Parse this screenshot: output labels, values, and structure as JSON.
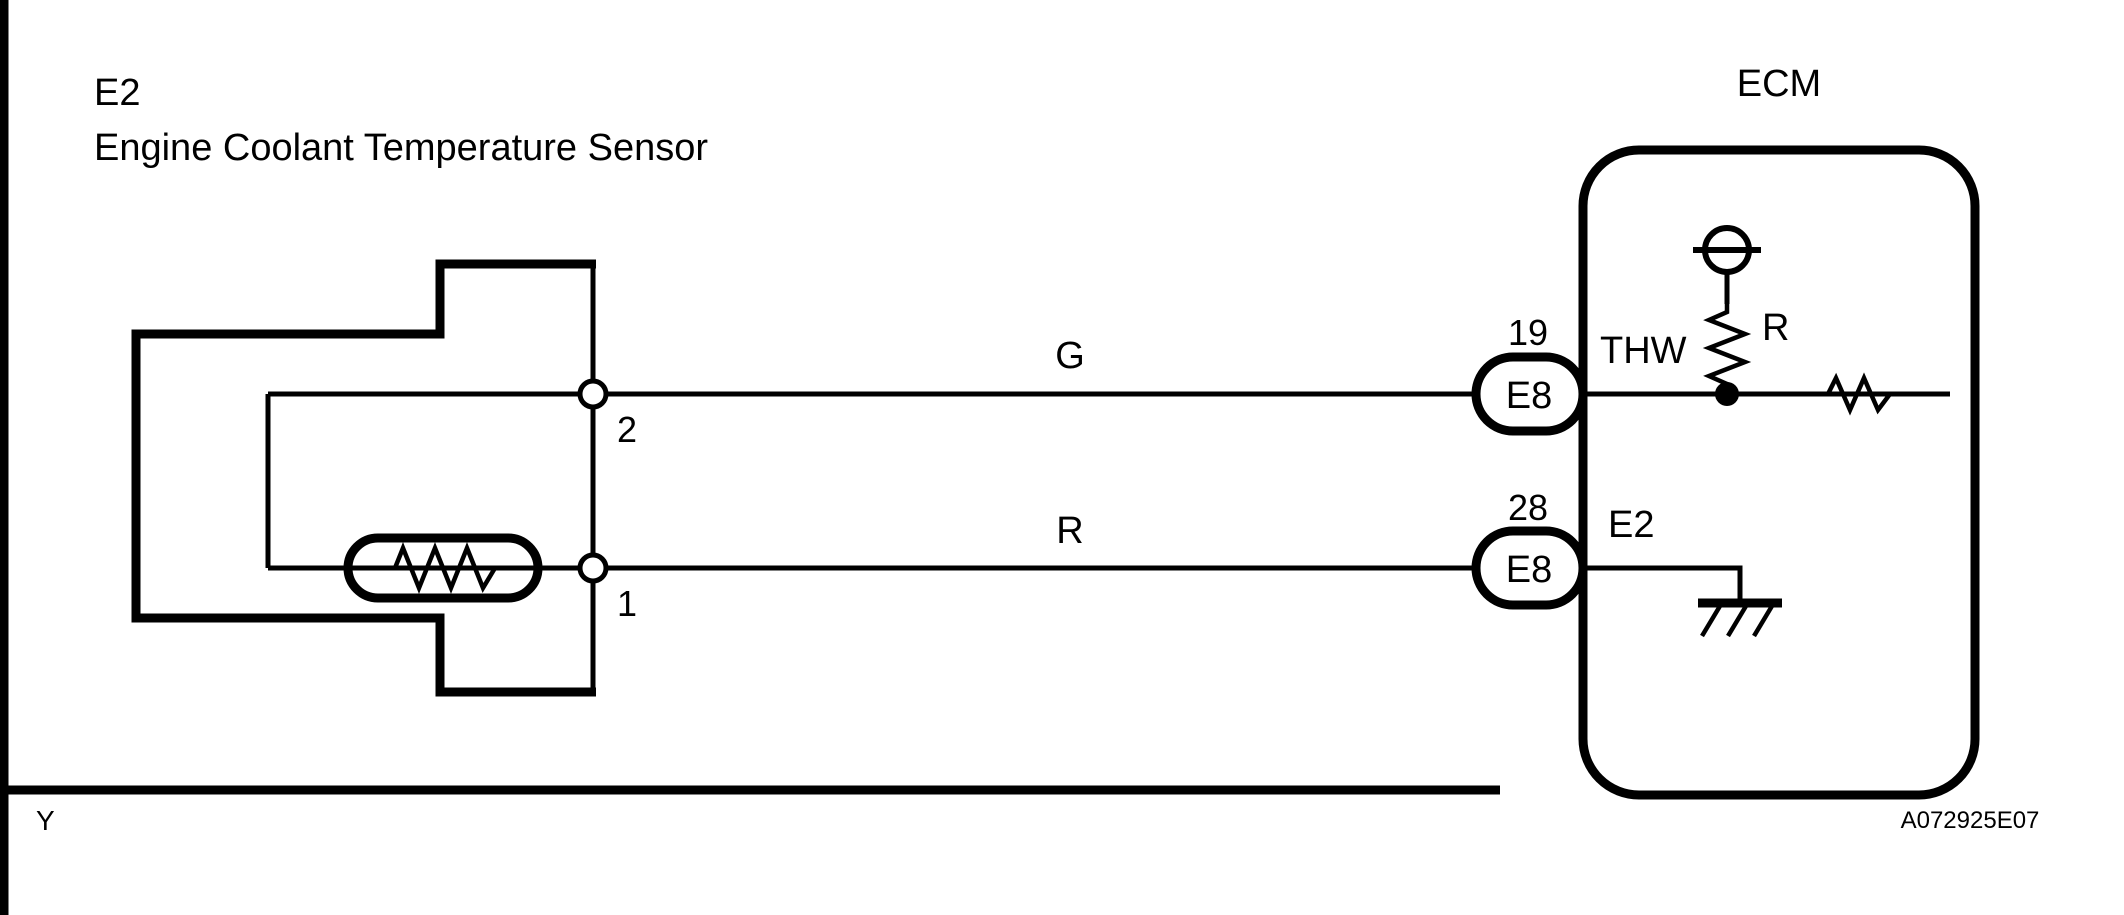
{
  "diagram": {
    "figure_code": "A072925E07",
    "corner_marker": "Y",
    "background_color": "#ffffff",
    "line_color": "#000000",
    "left_component": {
      "code_label": "E2",
      "name_label": "Engine Coolant Temperature Sensor",
      "element_symbol": "thermistor",
      "pins": [
        {
          "number": "2",
          "signal": "G"
        },
        {
          "number": "1",
          "signal": "R"
        }
      ]
    },
    "right_component": {
      "name_label": "ECM",
      "power_symbol": "power-supply-circle",
      "internal_resistor_label": "R",
      "terminals": [
        {
          "pin_number": "19",
          "connector": "E8",
          "signal_name": "THW",
          "wire_color_code": "G"
        },
        {
          "pin_number": "28",
          "connector": "E8",
          "signal_name": "E2",
          "wire_color_code": "R",
          "ends_at": "ground"
        }
      ]
    },
    "wires": [
      {
        "label": "G",
        "from_pin": "2",
        "to_pin": "19"
      },
      {
        "label": "R",
        "from_pin": "1",
        "to_pin": "28"
      }
    ]
  }
}
